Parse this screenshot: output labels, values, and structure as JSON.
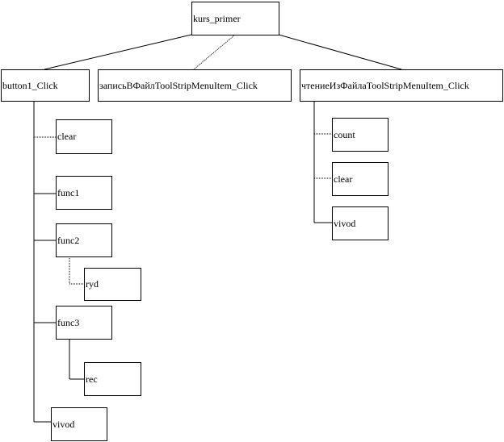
{
  "diagram": {
    "root": "kurs_primer",
    "branches": [
      {
        "label": "button1_Click",
        "children": [
          {
            "label": "clear"
          },
          {
            "label": "func1"
          },
          {
            "label": "func2",
            "children": [
              {
                "label": "ryd"
              }
            ]
          },
          {
            "label": "func3",
            "children": [
              {
                "label": "rec"
              }
            ]
          },
          {
            "label": "vivod"
          }
        ]
      },
      {
        "label": "записьВФайлToolStripMenuItem_Click"
      },
      {
        "label": "чтениеИзФайлаToolStripMenuItem_Click",
        "children": [
          {
            "label": "count"
          },
          {
            "label": "clear"
          },
          {
            "label": "vivod"
          }
        ]
      }
    ]
  }
}
